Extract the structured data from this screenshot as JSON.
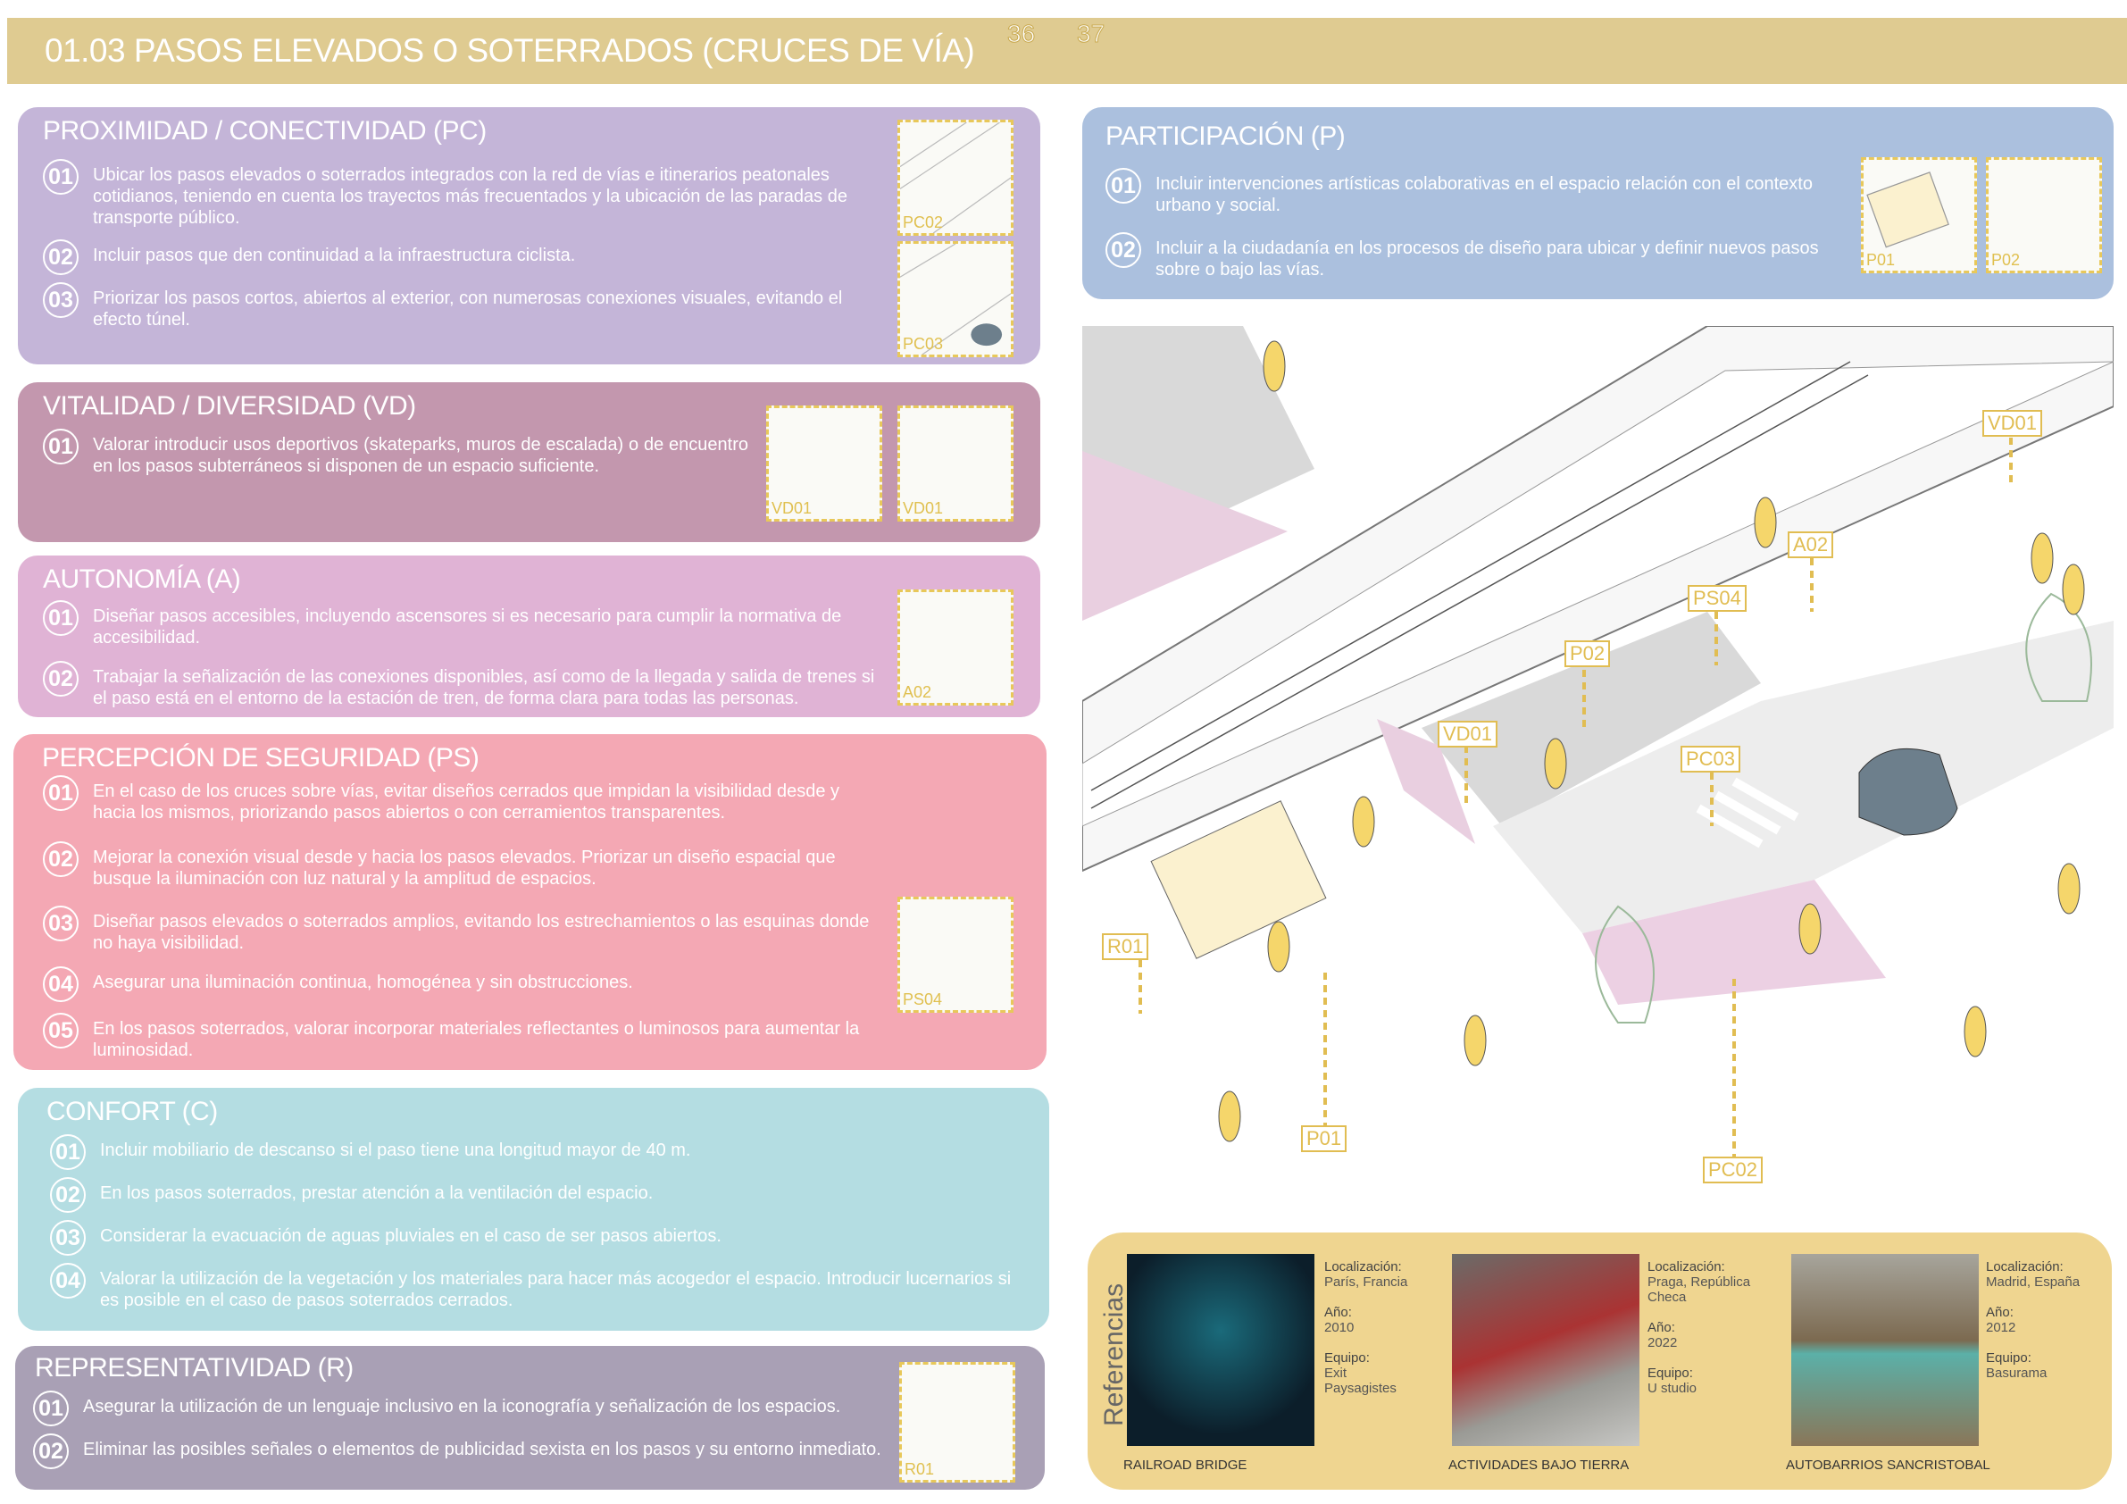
{
  "header": {
    "title": "01.03 PASOS ELEVADOS O SOTERRADOS  (CRUCES DE VÍA)",
    "page_left": "36",
    "page_right": "37"
  },
  "sections": {
    "pc": {
      "title": "PROXIMIDAD / CONECTIVIDAD   (PC)",
      "items": [
        {
          "n": "01",
          "text": "Ubicar los pasos elevados o soterrados integrados con la red de vías e itinerarios peatonales cotidianos, teniendo en cuenta los trayectos más frecuentados y la ubicación de las paradas de transporte público."
        },
        {
          "n": "02",
          "text": "Incluir pasos que den continuidad a la infraestructura ciclista."
        },
        {
          "n": "03",
          "text": "Priorizar los pasos cortos, abiertos al exterior, con numerosas conexiones visuales, evitando el efecto túnel."
        }
      ],
      "thumbs": [
        "PC02",
        "PC03"
      ]
    },
    "vd": {
      "title": "VITALIDAD / DIVERSIDAD   (VD)",
      "items": [
        {
          "n": "01",
          "text": "Valorar introducir usos deportivos (skateparks, muros de escalada) o de encuentro en los pasos subterráneos si disponen de un espacio suficiente."
        }
      ],
      "thumbs": [
        "VD01",
        "VD01"
      ]
    },
    "a": {
      "title": "AUTONOMÍA   (A)",
      "items": [
        {
          "n": "01",
          "text": "Diseñar pasos accesibles, incluyendo ascensores si es necesario para cumplir la normativa de accesibilidad."
        },
        {
          "n": "02",
          "text": "Trabajar la señalización de las conexiones disponibles, así como de la llegada y salida de trenes si el paso está en el entorno de la estación de tren, de forma clara para todas las personas."
        }
      ],
      "thumbs": [
        "A02"
      ]
    },
    "ps": {
      "title": "PERCEPCIÓN DE SEGURIDAD   (PS)",
      "items": [
        {
          "n": "01",
          "text": "En el caso de los cruces sobre vías, evitar diseños cerrados que impidan la visibilidad desde y hacia los mismos, priorizando pasos abiertos o con cerramientos transparentes."
        },
        {
          "n": "02",
          "text": "Mejorar la conexión visual desde y hacia los pasos elevados. Priorizar un diseño espacial que busque la iluminación con luz natural y la amplitud de espacios."
        },
        {
          "n": "03",
          "text": "Diseñar pasos elevados o soterrados amplios, evitando los estrechamientos o las esquinas donde no haya visibilidad."
        },
        {
          "n": "04",
          "text": "Asegurar una iluminación continua, homogénea y sin obstrucciones."
        },
        {
          "n": "05",
          "text": "En los pasos soterrados, valorar incorporar materiales reflectantes o luminosos para aumentar la luminosidad."
        }
      ],
      "thumbs": [
        "PS04"
      ]
    },
    "c": {
      "title": "CONFORT   (C)",
      "items": [
        {
          "n": "01",
          "text": "Incluir mobiliario de descanso si el paso tiene una longitud mayor de 40 m."
        },
        {
          "n": "02",
          "text": "En los pasos soterrados, prestar atención a la ventilación del espacio."
        },
        {
          "n": "03",
          "text": "Considerar la evacuación de aguas pluviales en el caso de ser pasos abiertos."
        },
        {
          "n": "04",
          "text": "Valorar la utilización de la vegetación y los materiales para hacer más acogedor el espacio. Introducir lucernarios si es posible en el caso de pasos soterrados cerrados."
        }
      ]
    },
    "r": {
      "title": "REPRESENTATIVIDAD   (R)",
      "items": [
        {
          "n": "01",
          "text": "Asegurar la utilización de un lenguaje inclusivo en la iconografía y señalización de los espacios."
        },
        {
          "n": "02",
          "text": "Eliminar las posibles señales o elementos de publicidad sexista en los pasos y su entorno inmediato."
        }
      ],
      "thumbs": [
        "R01"
      ]
    },
    "p": {
      "title": "PARTICIPACIÓN   (P)",
      "items": [
        {
          "n": "01",
          "text": "Incluir intervenciones artísticas colaborativas en el espacio relación con el contexto urbano y social."
        },
        {
          "n": "02",
          "text": "Incluir a la ciudadanía en los procesos de diseño para ubicar y definir nuevos pasos sobre o bajo las vías."
        }
      ],
      "thumbs": [
        "P01",
        "P02"
      ]
    }
  },
  "illustration": {
    "tags": [
      "VD01",
      "A02",
      "PS04",
      "P02",
      "VD01",
      "PC03",
      "R01",
      "P01",
      "PC02"
    ]
  },
  "references": {
    "label": "Referencias",
    "items": [
      {
        "name": "RAILROAD BRIDGE",
        "loc_label": "Localización:",
        "loc": "París, Francia",
        "year_label": "Año:",
        "year": "2010",
        "team_label": "Equipo:",
        "team": "Exit Paysagistes"
      },
      {
        "name": "ACTIVIDADES BAJO TIERRA",
        "loc_label": "Localización:",
        "loc": "Praga, República Checa",
        "year_label": "Año:",
        "year": "2022",
        "team_label": "Equipo:",
        "team": "U studio"
      },
      {
        "name": "AUTOBARRIOS SANCRISTOBAL",
        "loc_label": "Localización:",
        "loc": "Madrid, España",
        "year_label": "Año:",
        "year": "2012",
        "team_label": "Equipo:",
        "team": "Basurama"
      }
    ]
  },
  "colors": {
    "header": "#dfcb91",
    "pc": "#c4b5d8",
    "vd": "#c397ae",
    "a": "#e0b3d5",
    "ps": "#f4a8b4",
    "c": "#b4dde2",
    "r": "#a9a0b5",
    "p": "#abc0de",
    "refs": "#efd590",
    "accent": "#e1bd52"
  }
}
